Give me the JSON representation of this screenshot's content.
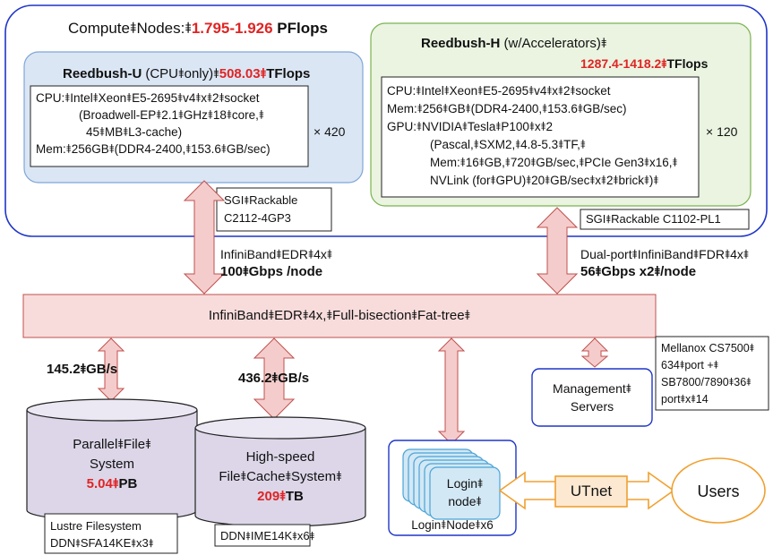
{
  "compute": {
    "label": "Compute⯒Nodes:⯒",
    "pflops": "1.795-1.926",
    "unit": "PFlops"
  },
  "rbu": {
    "title": "Reedbush-U",
    "subtitle": "(CPU⯒only)⯒",
    "tflops": "508.03⯒",
    "unit": "TFlops",
    "spec_lines": [
      "CPU:⯒Intel⯒Xeon⯒E5-2695⯒v4⯒x⯒2⯒socket",
      "(Broadwell-EP⯒2.1⯒GHz⯒18⯒core,⯒",
      "45⯒MB⯒L3-cache)",
      "Mem:⯒256GB⯒(DDR4-2400,⯒153.6⯒GB/sec)"
    ],
    "count": "× 420",
    "rack": [
      "SGI⯒Rackable",
      "C2112-4GP3"
    ],
    "link_label": "InfiniBand⯒EDR⯒4x⯒",
    "link_speed": "100⯒Gbps /node"
  },
  "rbh": {
    "title": "Reedbush-H",
    "subtitle": " (w/Accelerators)⯒",
    "tflops": "1287.4-1418.2⯒",
    "unit": "TFlops",
    "spec_lines": [
      "CPU:⯒Intel⯒Xeon⯒E5-2695⯒v4⯒x⯒2⯒socket",
      "Mem:⯒256⯒GB⯒(DDR4-2400,⯒153.6⯒GB/sec)",
      "GPU:⯒NVIDIA⯒Tesla⯒P100⯒x⯒2",
      "(Pascal,⯒SXM2,⯒4.8-5.3⯒TF,⯒",
      "Mem:⯒16⯒GB,⯒720⯒GB/sec,⯒PCIe Gen3⯒x16,⯒",
      "NVLink (for⯒GPU)⯒20⯒GB/sec⯒x⯒2⯒brick⯒)⯒"
    ],
    "count": "× 120",
    "rack": "SGI⯒Rackable C1102-PL1",
    "link_label": "Dual-port⯒InfiniBand⯒FDR⯒4x⯒",
    "link_speed": "56⯒Gbps x2⯒/node"
  },
  "fabric": {
    "label": "InfiniBand⯒EDR⯒4x,⯒Full-bisection⯒Fat-tree⯒",
    "switch": [
      "Mellanox CS7500⯒",
      "634⯒port +⯒",
      "SB7800/7890⯒36⯒",
      "port⯒x⯒14"
    ]
  },
  "pfs": {
    "bandwidth": "145.2⯒GB/s",
    "lines": [
      "Parallel⯒File⯒",
      "System"
    ],
    "capacity": "5.04⯒",
    "unit": "PB",
    "vendor": [
      "Lustre Filesystem",
      "DDN⯒SFA14KE⯒x3⯒"
    ]
  },
  "cache": {
    "bandwidth": "436.2⯒GB/s",
    "lines": [
      "High-speed",
      "File⯒Cache⯒System⯒"
    ],
    "capacity": "209⯒",
    "unit": "TB",
    "vendor": "DDN⯒IME14K⯒x6⯒"
  },
  "login": {
    "node": [
      "Login⯒",
      "node⯒"
    ],
    "caption": "Login⯒Node⯒x6"
  },
  "mgmt": {
    "lines": [
      "Management⯒",
      "Servers"
    ]
  },
  "utnet": "UTnet",
  "users": "Users",
  "colors": {
    "outer_border": "#1f35c9",
    "rbu_fill": "#dbe6f4",
    "rbu_border": "#7ea6d8",
    "rbh_fill": "#eaf4e1",
    "rbh_border": "#7bb24f",
    "arrow_fill": "#f4cccc",
    "arrow_stroke": "#c0504d",
    "fabric_fill": "#f8dcdc",
    "cyl_fill": "#dcd6e8",
    "cyl_stroke": "#222222",
    "login_fill": "#d2e8f4",
    "login_stroke": "#4aa3d8",
    "ut_arrow": "#f0a030",
    "ut_fill": "#fde9d2"
  }
}
